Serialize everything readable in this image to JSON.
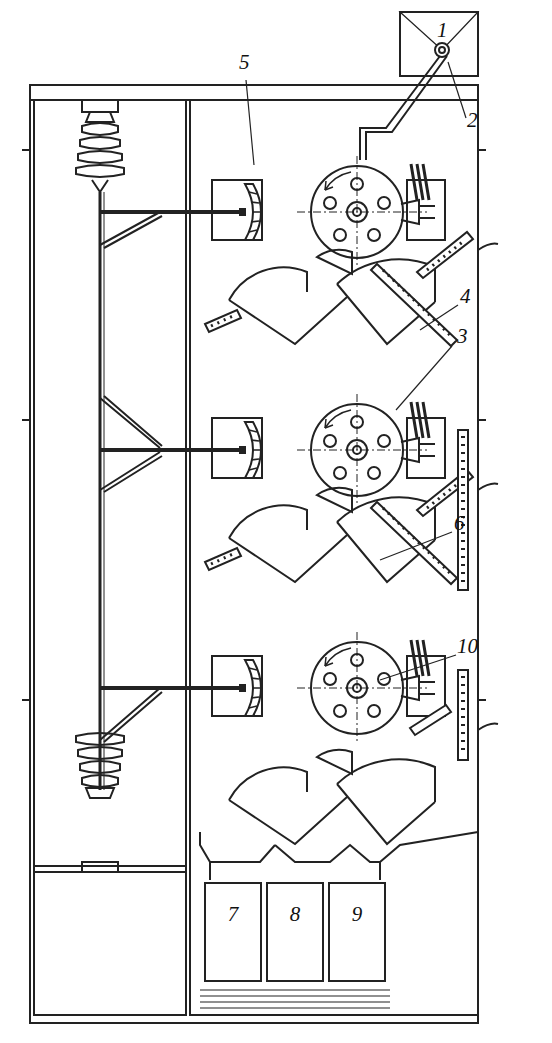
{
  "diagram": {
    "nodes": [
      {
        "text": [
          "7"
        ]
      },
      {
        "text": [
          "8"
        ]
      },
      {
        "text": [
          "9"
        ]
      }
    ],
    "labels": [
      "1",
      "5",
      "2",
      "4",
      "3",
      "6",
      "10"
    ]
  }
}
